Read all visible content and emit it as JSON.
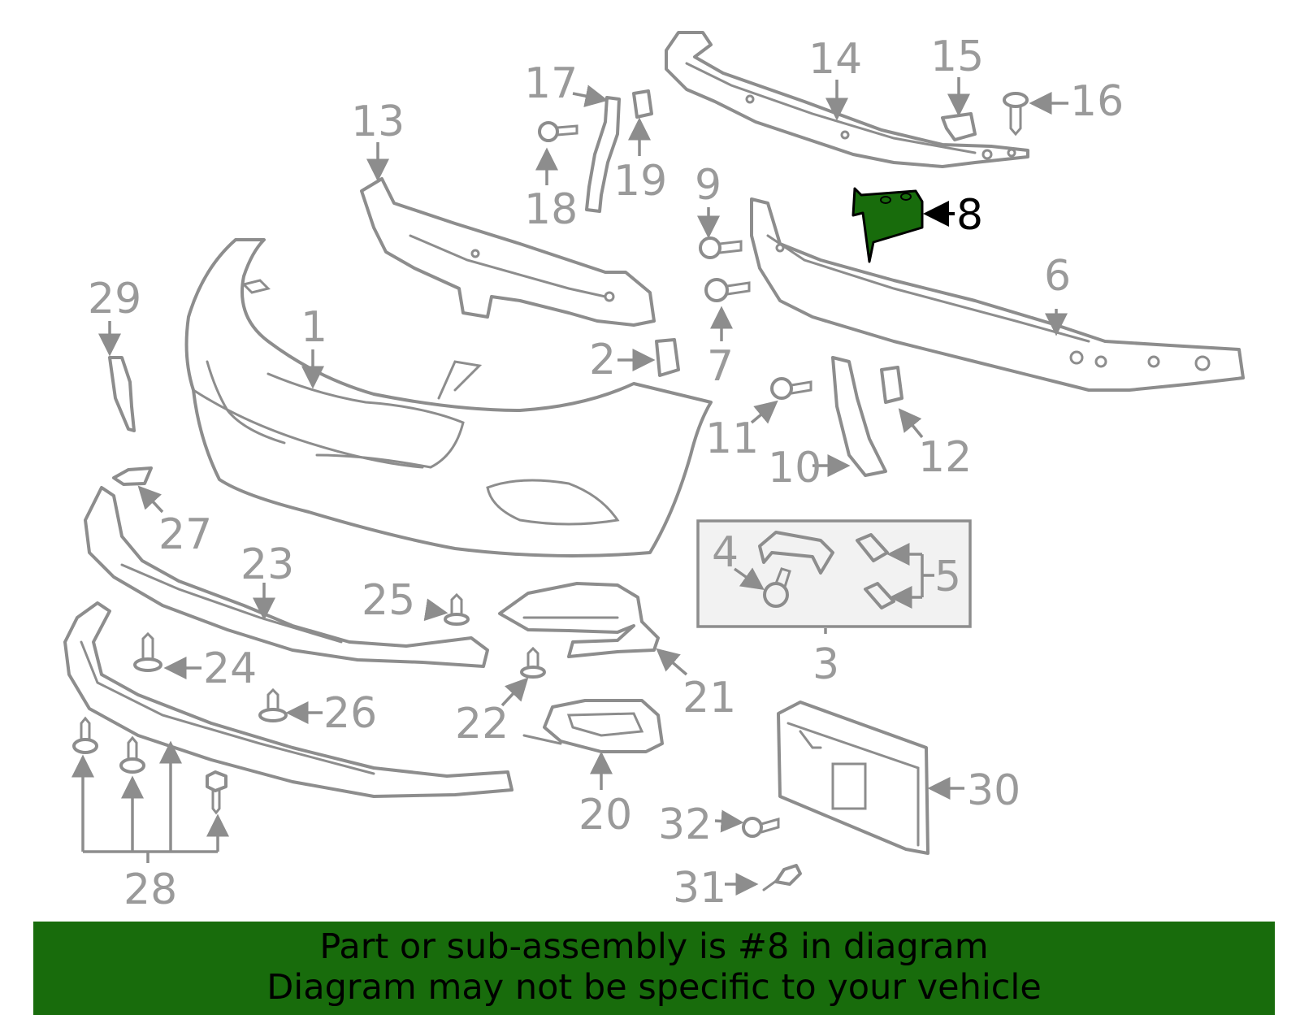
{
  "highlight_color": "#186c0c",
  "callouts": {
    "c1": "1",
    "c2": "2",
    "c3": "3",
    "c4": "4",
    "c5": "5",
    "c6": "6",
    "c7": "7",
    "c8": "8",
    "c9": "9",
    "c10": "10",
    "c11": "11",
    "c12": "12",
    "c13": "13",
    "c14": "14",
    "c15": "15",
    "c16": "16",
    "c17": "17",
    "c18": "18",
    "c19": "19",
    "c20": "20",
    "c21": "21",
    "c22": "22",
    "c23": "23",
    "c24": "24",
    "c25": "25",
    "c26": "26",
    "c27": "27",
    "c28": "28",
    "c29": "29",
    "c30": "30",
    "c31": "31",
    "c32": "32"
  },
  "footer": {
    "line1": "Part or sub-assembly is #8 in diagram",
    "line2": "Diagram may not be specific to your vehicle"
  }
}
